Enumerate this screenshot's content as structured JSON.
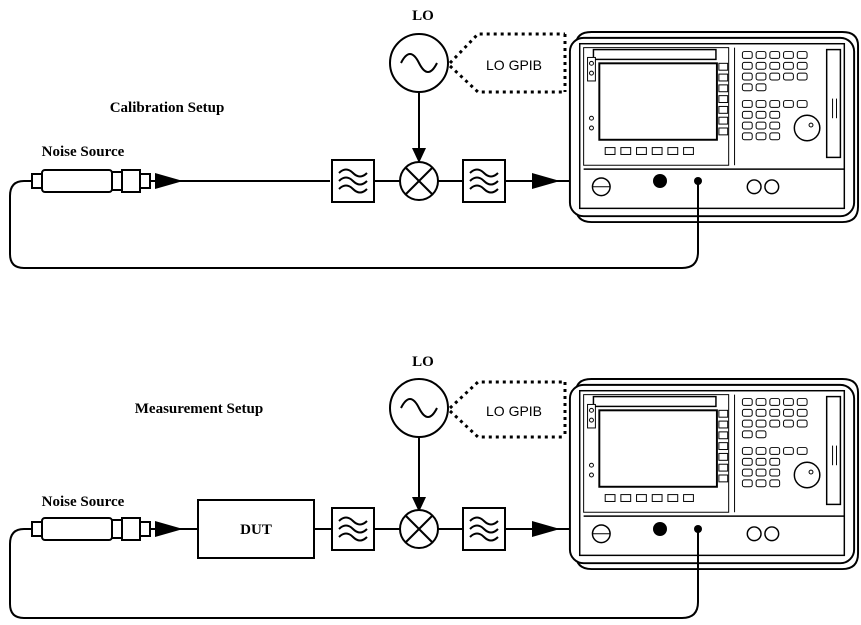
{
  "setups": [
    {
      "title": "Calibration Setup",
      "lo_label": "LO",
      "lo_link_label": "LO GPIB",
      "noise_source_label": "Noise Source"
    },
    {
      "title": "Measurement Setup",
      "lo_label": "LO",
      "lo_link_label": "LO GPIB",
      "noise_source_label": "Noise Source",
      "dut_label": "DUT"
    }
  ]
}
